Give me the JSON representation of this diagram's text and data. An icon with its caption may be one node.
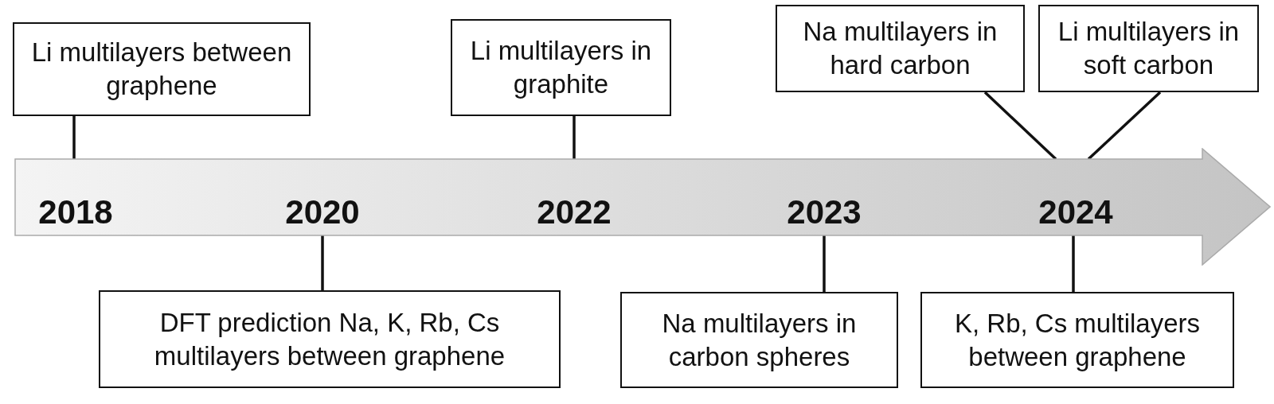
{
  "diagram": {
    "nodes": [
      {
        "text": [
          "Li multilayers between graphene"
        ]
      },
      {
        "text": [
          "Li multilayers in graphite"
        ]
      },
      {
        "text": [
          "Na multilayers in hard carbon"
        ]
      },
      {
        "text": [
          "Li multilayers in soft carbon"
        ]
      },
      {
        "text": [
          "2018",
          "2020",
          "2022",
          "2023",
          "2024"
        ]
      },
      {
        "text": [
          "DFT prediction Na, K, Rb, Cs multilayers between graphene"
        ]
      },
      {
        "text": [
          "Na multilayers in carbon spheres"
        ]
      },
      {
        "text": [
          "K, Rb, Cs multilayers between graphene"
        ]
      }
    ],
    "edges": [
      {
        "from": 0,
        "to": 4,
        "arrow": "none"
      },
      {
        "from": 1,
        "to": 4,
        "arrow": "none"
      },
      {
        "from": 2,
        "to": 4,
        "arrow": "none"
      },
      {
        "from": 3,
        "to": 4,
        "arrow": "none"
      },
      {
        "from": 5,
        "to": 4,
        "arrow": "none"
      },
      {
        "from": 6,
        "to": 4,
        "arrow": "none"
      },
      {
        "from": 7,
        "to": 4,
        "arrow": "none"
      }
    ]
  }
}
